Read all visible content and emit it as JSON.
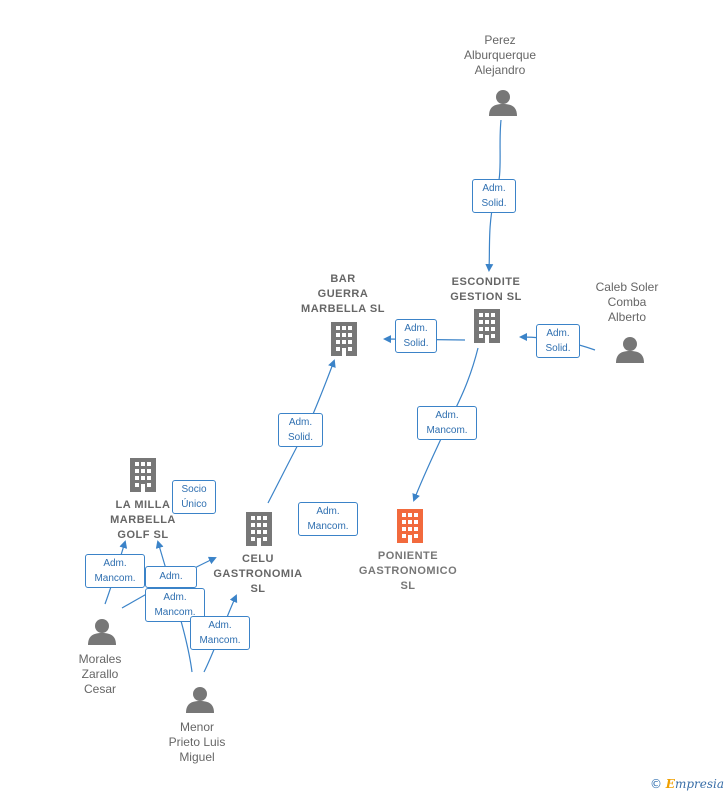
{
  "nodes": {
    "perez": {
      "label": "Perez\nAlburquerque\nAlejandro",
      "icon": "person-icon"
    },
    "escondite": {
      "label": "ESCONDITE\nGESTION  SL",
      "icon": "building-icon"
    },
    "bar_guerra": {
      "label": "BAR\nGUERRA\nMARBELLA  SL",
      "icon": "building-icon"
    },
    "caleb": {
      "label": "Caleb Soler\nComba\nAlberto",
      "icon": "person-icon"
    },
    "la_milla": {
      "label": "LA MILLA\nMARBELLA\nGOLF  SL",
      "icon": "building-icon"
    },
    "celu": {
      "label": "CELU\nGASTRONOMIA\nSL",
      "icon": "building-icon"
    },
    "poniente": {
      "label": "PONIENTE\nGASTRONOMICO\nSL",
      "icon": "building-icon",
      "color": "#f26a3d"
    },
    "morales": {
      "label": "Morales\nZarallo\nCesar",
      "icon": "person-icon"
    },
    "menor": {
      "label": "Menor\nPrieto Luis\nMiguel",
      "icon": "person-icon"
    }
  },
  "edges": {
    "perez_escondite": "Adm.\nSolid.",
    "escondite_bar": "Adm.\nSolid.",
    "caleb_escondite": "Adm.\nSolid.",
    "escondite_poniente": "Adm.\nMancom.",
    "celu_bar": "Adm.\nSolid.",
    "celu_poniente": "Adm.\nMancom.",
    "lamilla_socio": "Socio\nÚnico",
    "morales_lamilla": "Adm.\nMancom.",
    "morales_celu": "Adm.",
    "menor_lamilla": "Adm.\nMancom.",
    "menor_celu": "Adm.\nMancom."
  },
  "colors": {
    "edge": "#3b83c8",
    "icon": "#777777",
    "focus": "#f26a3d"
  },
  "credit": {
    "symbol": "©",
    "brand_first": "E",
    "brand_rest": "mpresia"
  }
}
